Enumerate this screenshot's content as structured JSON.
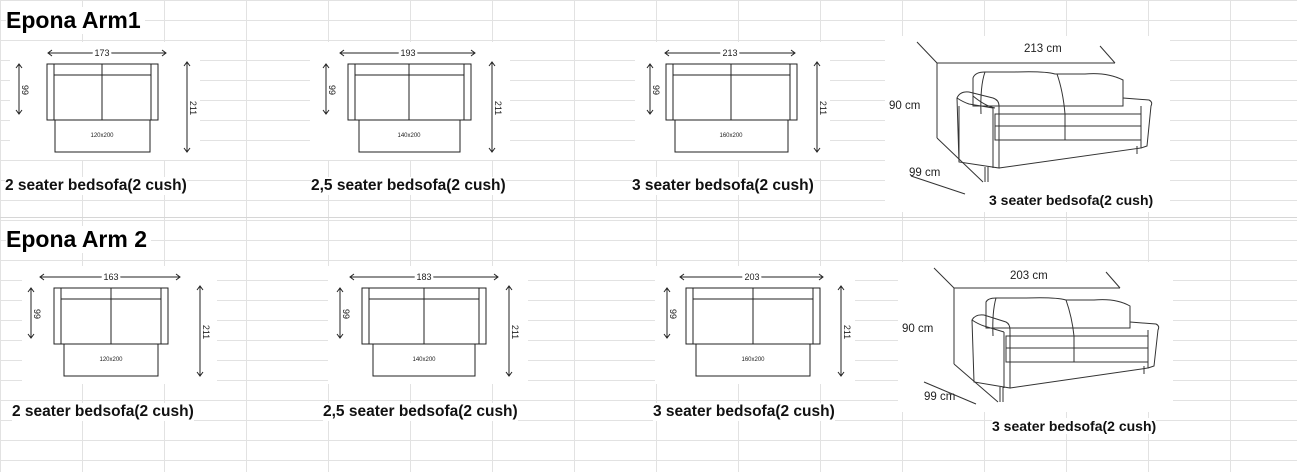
{
  "sections": [
    {
      "title": "Epona Arm1",
      "items": [
        {
          "width": "173",
          "height": "99",
          "depth": "211",
          "bed": "120x200",
          "caption": "2 seater bedsofa(2 cush)"
        },
        {
          "width": "193",
          "height": "99",
          "depth": "211",
          "bed": "140x200",
          "caption": "2,5 seater bedsofa(2 cush)"
        },
        {
          "width": "213",
          "height": "99",
          "depth": "211",
          "bed": "160x200",
          "caption": "3 seater bedsofa(2 cush)"
        }
      ],
      "perspective": {
        "width": "213 cm",
        "height": "90 cm",
        "depth": "99 cm",
        "caption": "3 seater bedsofa(2 cush)"
      }
    },
    {
      "title": "Epona Arm 2",
      "items": [
        {
          "width": "163",
          "height": "99",
          "depth": "211",
          "bed": "120x200",
          "caption": "2 seater bedsofa(2 cush)"
        },
        {
          "width": "183",
          "height": "99",
          "depth": "211",
          "bed": "140x200",
          "caption": "2,5 seater bedsofa(2 cush)"
        },
        {
          "width": "203",
          "height": "99",
          "depth": "211",
          "bed": "160x200",
          "caption": "3 seater bedsofa(2 cush)"
        }
      ],
      "perspective": {
        "width": "203 cm",
        "height": "90 cm",
        "depth": "99 cm",
        "caption": "3 seater bedsofa(2 cush)"
      }
    }
  ]
}
